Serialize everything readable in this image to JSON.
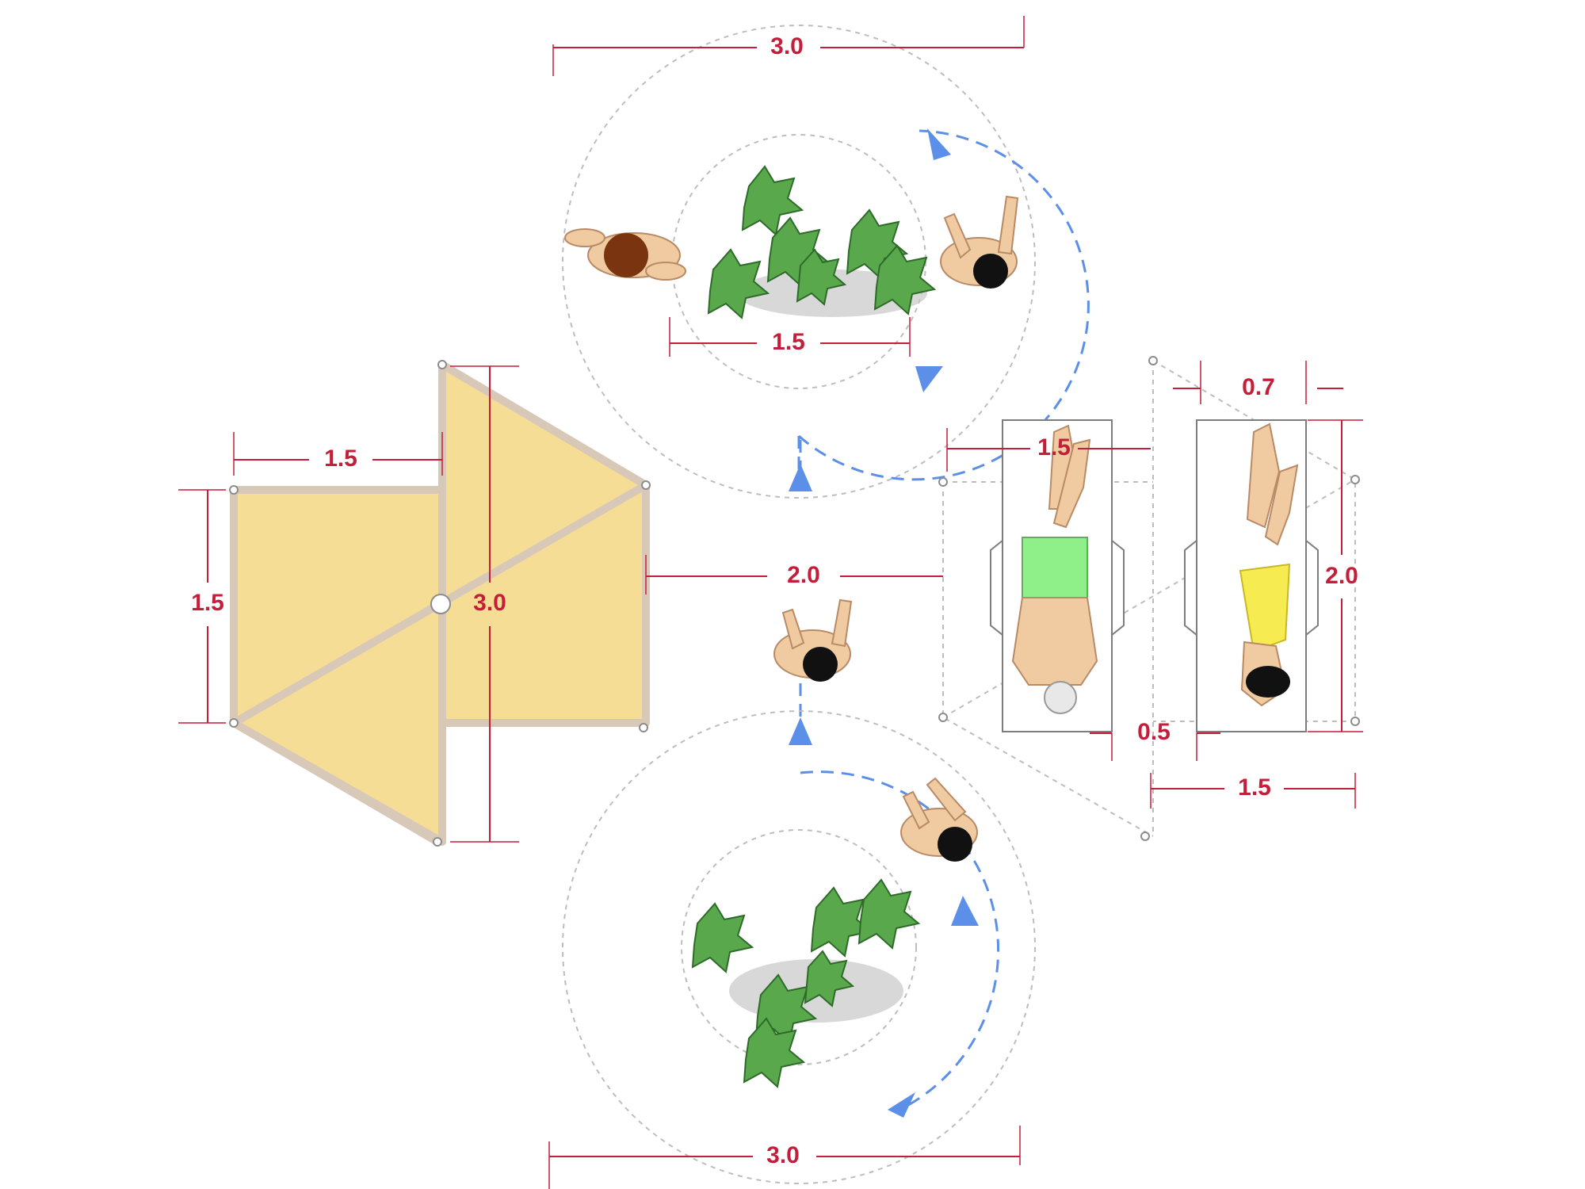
{
  "colors": {
    "dimension": "#c41e3a",
    "path": "#5b8fe8",
    "canopy": "#f6dd96",
    "guide": "#bdbdbd",
    "foliage": "#5aa84c"
  },
  "dimensions": {
    "top_span": "3.0",
    "top_plant_width": "1.5",
    "canopy_width": "1.5",
    "canopy_height": "1.5",
    "canopy_total": "3.0",
    "clearance": "2.0",
    "lounger_width": "0.7",
    "lounger_span": "1.5",
    "lounger_length": "2.0",
    "lounger_gap": "0.5",
    "lounger_pair_span": "1.5",
    "bottom_span": "3.0"
  },
  "icons": {
    "canopy": "umbrella-canopy-icon",
    "plant": "plant-icon",
    "person": "person-icon",
    "lounger": "sun-lounger-icon",
    "arrow": "direction-arrow-icon"
  }
}
